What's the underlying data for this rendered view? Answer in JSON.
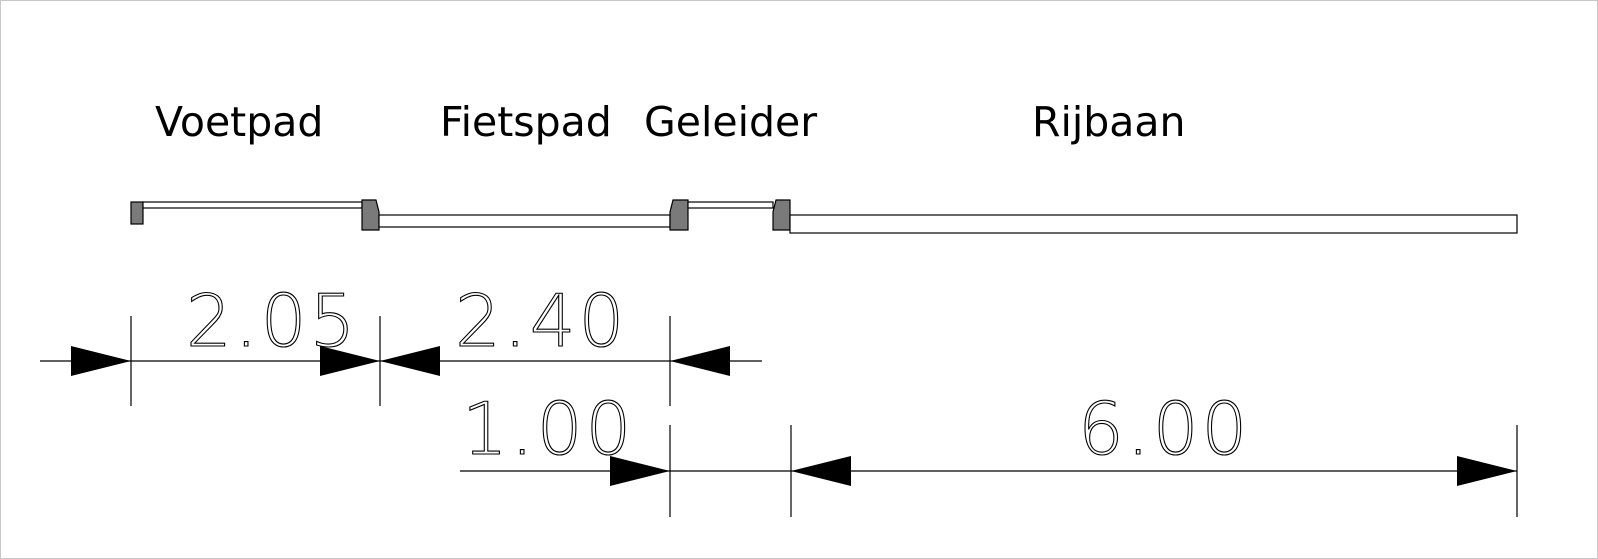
{
  "labels": {
    "voetpad": "Voetpad",
    "fietspad": "Fietspad",
    "geleider": "Geleider",
    "rijbaan": "Rijbaan"
  },
  "dimensions": {
    "voetpad": "2.05",
    "fietspad": "2.40",
    "geleider": "1.00",
    "rijbaan": "6.00"
  },
  "colors": {
    "curb": "#7a7a7a",
    "line": "#000000",
    "background": "#ffffff"
  }
}
